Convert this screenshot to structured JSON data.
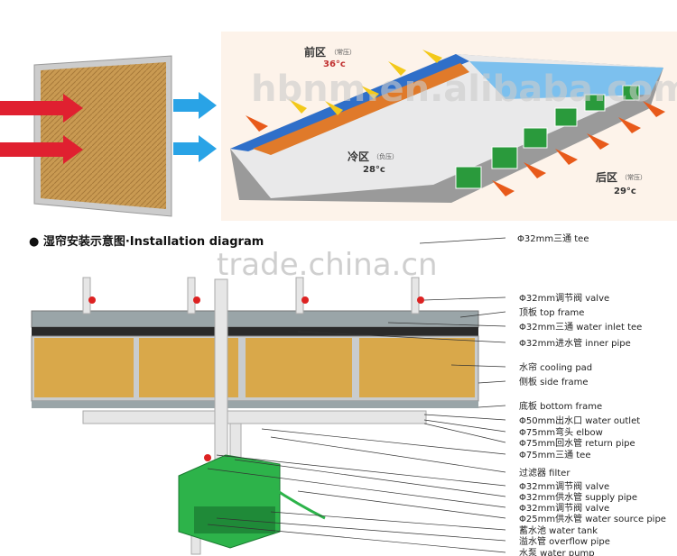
{
  "top": {
    "front_zone": "前区",
    "front_pressure": "（常压）",
    "front_temp": "36°c",
    "cool_zone": "冷区",
    "cool_pressure": "（负压）",
    "cool_temp": "28°c",
    "rear_zone": "后区",
    "rear_pressure": "（常压）",
    "rear_temp": "29°c",
    "watermark": "hbnm.en.alibaba.com"
  },
  "diagram": {
    "title": "● 湿帘安装示意图·Installation diagram",
    "watermark": "trade.china.cn"
  },
  "labels": [
    "Φ32mm三通 tee",
    "Φ32mm调节阀 valve",
    "顶板 top frame",
    "Φ32mm三通 water inlet tee",
    "Φ32mm进水管 inner pipe",
    "水帘 cooling pad",
    "侧板 side frame",
    "底板 bottom frame",
    "Φ50mm出水口 water outlet",
    "Φ75mm弯头 elbow",
    "Φ75mm回水管 return pipe",
    "Φ75mm三通 tee",
    "过滤器 filter",
    "Φ32mm调节阀 valve",
    "Φ32mm供水管 supply  pipe",
    "Φ32mm调节阀 valve",
    "Φ25mm供水管 water source pipe",
    "蓄水池 water tank",
    "溢水管 overflow pipe",
    "水泵 water pump"
  ],
  "colors": {
    "pad": "#d9a84a",
    "tank": "#2db34a",
    "roof": "#2f6fc9",
    "fan": "#2a9a3c"
  }
}
